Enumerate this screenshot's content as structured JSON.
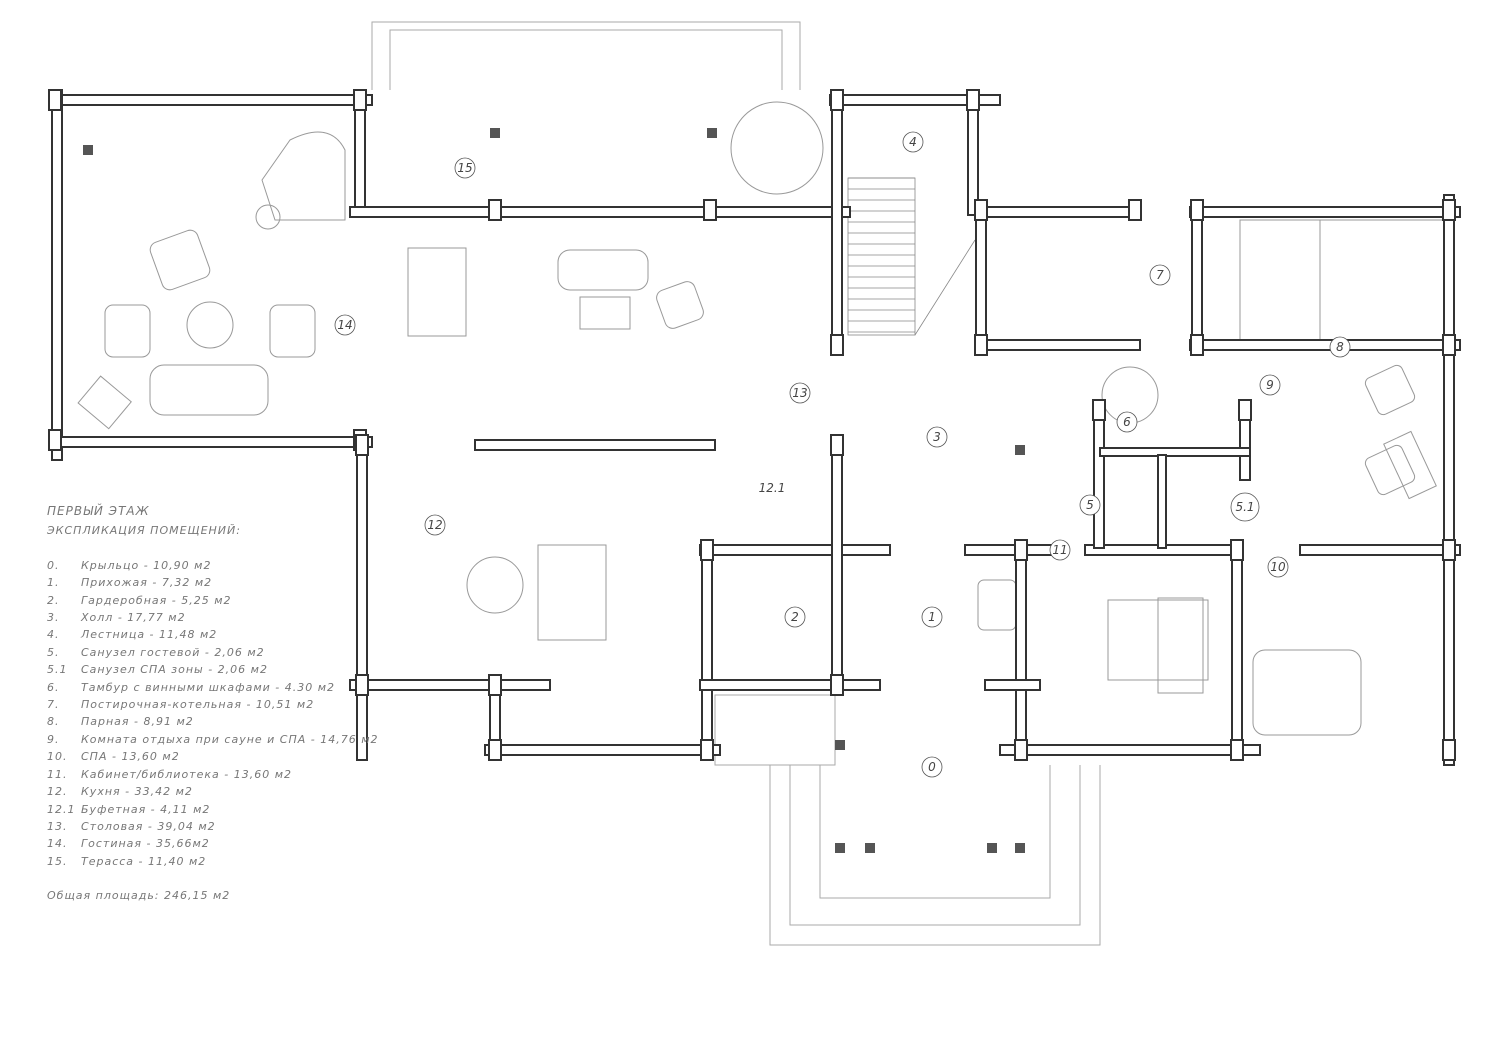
{
  "legend": {
    "title": "ПЕРВЫЙ ЭТАЖ",
    "subtitle": "ЭКСПЛИКАЦИЯ ПОМЕЩЕНИЙ:",
    "rooms": [
      {
        "num": "0.",
        "text": "Крыльцо  - 10,90 м2"
      },
      {
        "num": "1.",
        "text": "Прихожая - 7,32 м2"
      },
      {
        "num": "2.",
        "text": "Гардеробная - 5,25 м2"
      },
      {
        "num": "3.",
        "text": "Холл - 17,77 м2"
      },
      {
        "num": "4.",
        "text": "Лестница - 11,48 м2"
      },
      {
        "num": "5.",
        "text": "Санузел гостевой - 2,06 м2"
      },
      {
        "num": "5.1",
        "text": "Санузел СПА зоны - 2,06 м2"
      },
      {
        "num": "6.",
        "text": "Тамбур с винными шкафами - 4.30 м2"
      },
      {
        "num": "7.",
        "text": "Постирочная-котельная - 10,51 м2"
      },
      {
        "num": "8.",
        "text": "Парная - 8,91 м2"
      },
      {
        "num": "9.",
        "text": "Комната отдыха при сауне и СПА - 14,76 м2"
      },
      {
        "num": "10.",
        "text": "СПА - 13,60 м2"
      },
      {
        "num": "11.",
        "text": "Кабинет/библиотека - 13,60 м2"
      },
      {
        "num": "12.",
        "text": "Кухня - 33,42 м2"
      },
      {
        "num": "12.1",
        "text": "Буфетная     - 4,11 м2"
      },
      {
        "num": "13.",
        "text": "Столовая - 39,04 м2"
      },
      {
        "num": "14.",
        "text": "Гостиная - 35,66м2"
      },
      {
        "num": "15.",
        "text": "Терасса - 11,40 м2"
      }
    ],
    "total": "Общая площадь: 246,15 м2"
  },
  "plan_labels": {
    "r0": "0",
    "r1": "1",
    "r2": "2",
    "r3": "3",
    "r4": "4",
    "r5": "5",
    "r5_1": "5.1",
    "r6": "6",
    "r7": "7",
    "r8": "8",
    "r9": "9",
    "r10": "10",
    "r11": "11",
    "r12": "12",
    "r12_1": "12.1",
    "r13": "13",
    "r14": "14",
    "r15": "15"
  },
  "colors": {
    "wall": "#333333",
    "thin": "#999999",
    "text": "#777777"
  }
}
